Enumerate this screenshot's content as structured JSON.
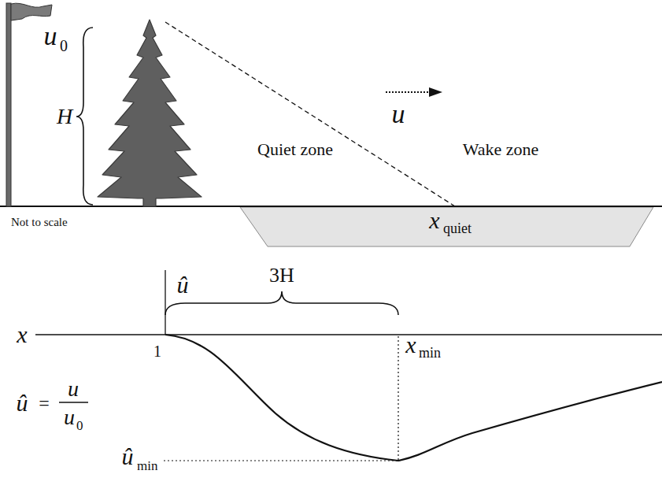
{
  "diagram": {
    "labels": [
      "u",
      "0",
      "H",
      "Quiet zone",
      "Wake zone",
      "u",
      "x",
      "quiet",
      "Not to scale",
      "û",
      "3H",
      "x",
      "1",
      "x",
      "min",
      "û",
      "min",
      "û",
      "=",
      "u",
      "u",
      "0"
    ]
  }
}
